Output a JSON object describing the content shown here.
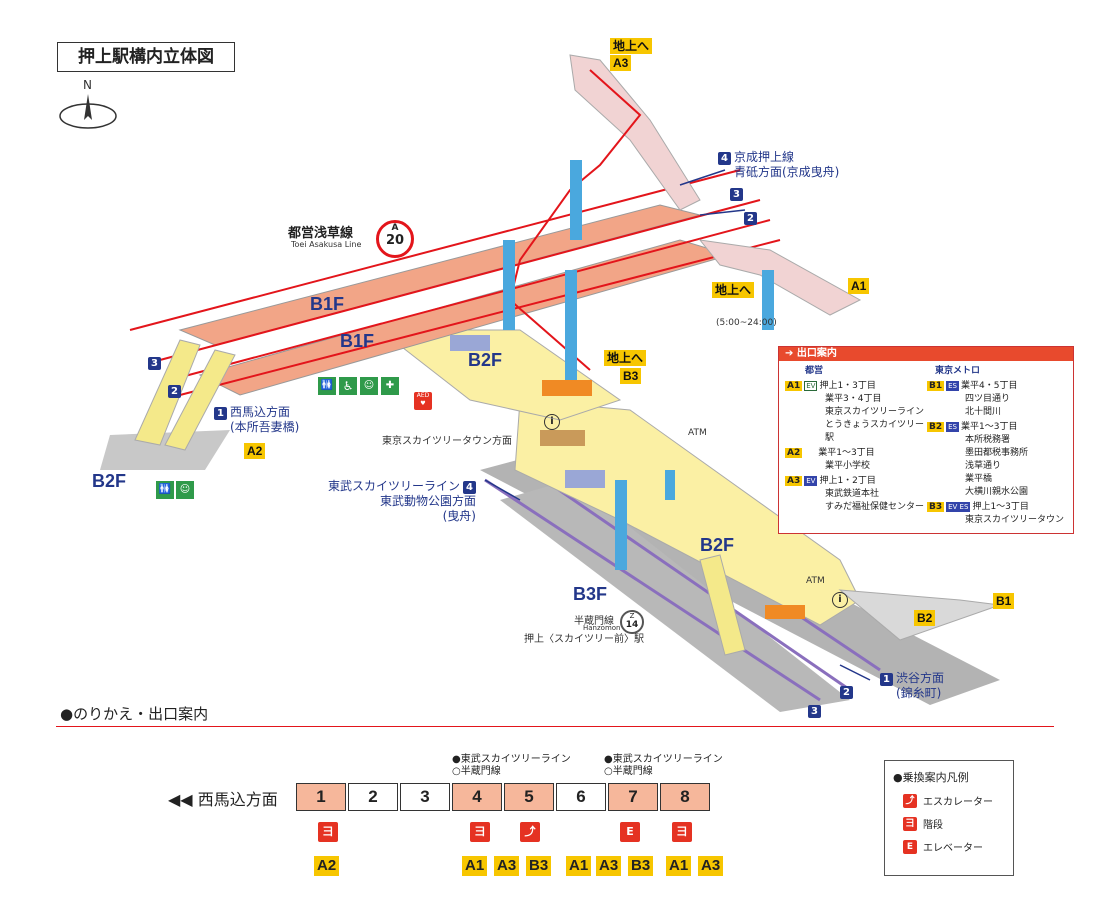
{
  "title": "押上駅構内立体図",
  "compass": "N",
  "lines": {
    "asakusa_name": "都営浅草線",
    "asakusa_en": "Toei Asakusa Line",
    "asakusa_code_letter": "A",
    "asakusa_code_num": "20",
    "hanzomon_name": "半蔵門線",
    "hanzomon_en": "Hanzomon Line",
    "hanzomon_station": "押上〈スカイツリー前〉駅",
    "hanzomon_code_letter": "Z",
    "hanzomon_code_num": "14"
  },
  "floors": {
    "b1f_a": "B1F",
    "b1f_b": "B1F",
    "b2f_a": "B2F",
    "b2f_b": "B2F",
    "b2f_c": "B2F",
    "b3f": "B3F"
  },
  "exits": {
    "a3_top_label": "地上へ",
    "a3_top": "A3",
    "a1_label": "地上へ",
    "a1": "A1",
    "a1_hours": "(5:00~24:00)",
    "b3_label": "地上へ",
    "b3": "B3",
    "a2": "A2",
    "b1": "B1",
    "b2": "B2"
  },
  "directions": {
    "keisei_num": "4",
    "keisei_line1": "京成押上線",
    "keisei_line2": "青砥方面(京成曳舟)",
    "arrow3_top": "3",
    "arrow2_top": "2",
    "arrow3_left": "3",
    "arrow2_left": "2",
    "nishimagome_num": "1",
    "nishimagome_line1": "西馬込方面",
    "nishimagome_line2": "(本所吾妻橋)",
    "tobu_num": "4",
    "tobu_line1": "東武スカイツリーライン",
    "tobu_line2": "東武動物公園方面",
    "tobu_line3": "(曳舟)",
    "skytree_town": "東京スカイツリータウン方面",
    "shibuya_num": "1",
    "shibuya_line1": "渋谷方面",
    "shibuya_line2": "(錦糸町)",
    "arrow2_bottom": "2",
    "arrow3_bottom": "3"
  },
  "atm": "ATM",
  "info_i": "i",
  "aed": "AED",
  "exit_guide": {
    "header": "出口案内",
    "toei": "都営",
    "metro": "東京メトロ",
    "left": [
      {
        "exit": "A1",
        "tag": "EV",
        "lines": [
          "押上1・3丁目",
          "業平3・4丁目",
          "東京スカイツリーライン",
          "とうきょうスカイツリー駅"
        ]
      },
      {
        "exit": "A2",
        "tag": "",
        "lines": [
          "業平1～3丁目",
          "業平小学校"
        ]
      },
      {
        "exit": "A3",
        "tag": "EV",
        "lines": [
          "押上1・2丁目",
          "東武鉄道本社",
          "すみだ福祉保健センター"
        ]
      }
    ],
    "right": [
      {
        "exit": "B1",
        "tag": "ES",
        "lines": [
          "業平4・5丁目",
          "四ツ目通り",
          "北十間川"
        ]
      },
      {
        "exit": "B2",
        "tag": "ES",
        "lines": [
          "業平1～3丁目",
          "本所税務署",
          "墨田都税事務所",
          "浅草通り",
          "業平橋",
          "大横川親水公園"
        ]
      },
      {
        "exit": "B3",
        "tag": "EV ES",
        "lines": [
          "押上1～3丁目",
          "東京スカイツリータウン"
        ]
      }
    ]
  },
  "transfer": {
    "heading": "●のりかえ・出口案内",
    "direction": "◀◀ 西馬込方面",
    "note1_a": "●東武スカイツリーライン",
    "note1_b": "○半蔵門線",
    "note2_a": "●東武スカイツリーライン",
    "note2_b": "○半蔵門線",
    "cars": [
      "1",
      "2",
      "3",
      "4",
      "5",
      "6",
      "7",
      "8"
    ],
    "exit_row": [
      "A2",
      "A1",
      "A3",
      "B3",
      "A1",
      "A3",
      "B3",
      "A1",
      "A3"
    ]
  },
  "legend": {
    "title": "●乗換案内凡例",
    "escalator": "エスカレーター",
    "stairs": "階段",
    "elevator": "エレベーター"
  },
  "colors": {
    "platform_salmon": "#f2a587",
    "concourse_yellow": "#fbf0a4",
    "asakusa_red": "#e3151b",
    "hanzomon_purple": "#8a6fbd",
    "shaft_blue": "#4aa8de",
    "exit_yellow": "#f7c600",
    "navy": "#23378a"
  }
}
